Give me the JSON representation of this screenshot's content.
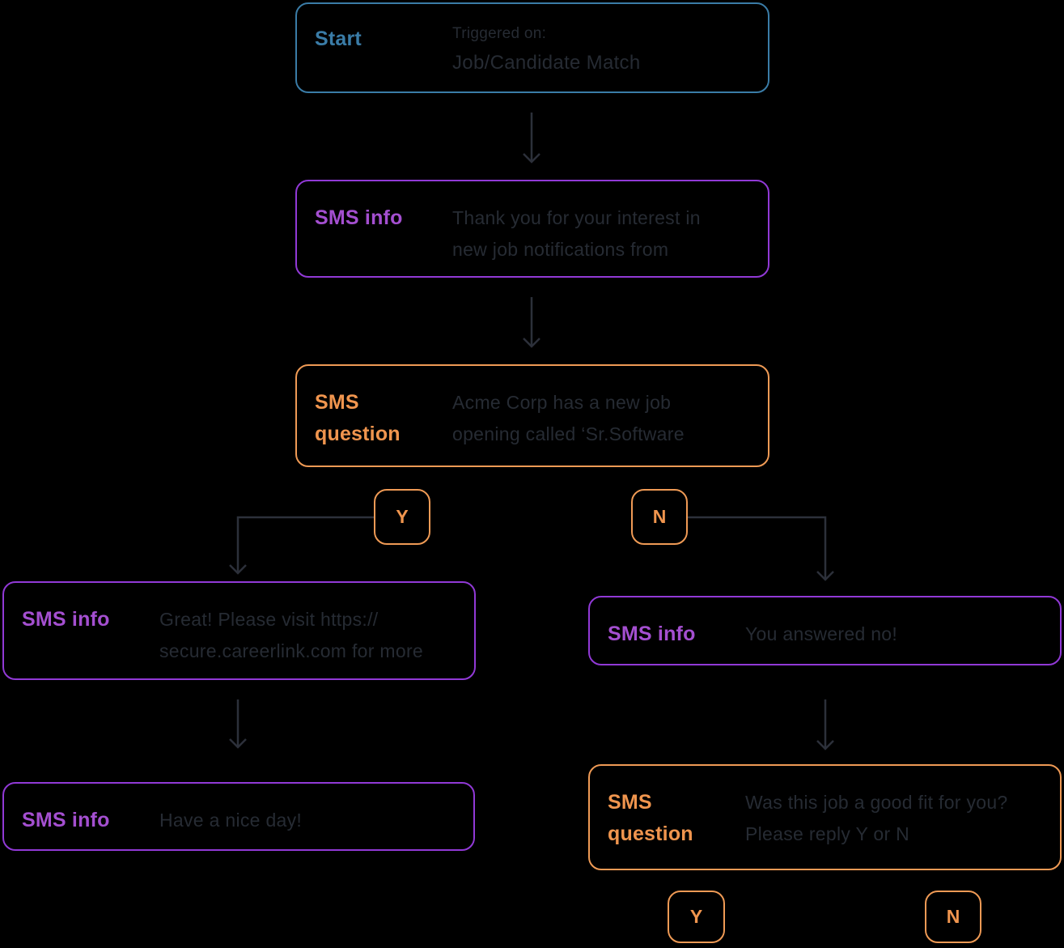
{
  "colors": {
    "background": "#000000",
    "start_accent": "#3a7ca7",
    "info_accent": "#9139d6",
    "info_label": "#a44fd0",
    "question_accent": "#ef9a55",
    "question_label": "#f0954e",
    "body_text": "#262b33",
    "connector": "#2c303a"
  },
  "nodes": {
    "start": {
      "label": "Start",
      "trigger_label": "Triggered on:",
      "trigger_value": "Job/Candidate Match"
    },
    "sms_info_1": {
      "label": "SMS info",
      "lines": [
        "Thank you for your interest in",
        "new job notifications from"
      ]
    },
    "sms_question_1": {
      "label": "SMS question",
      "lines": [
        "Acme Corp has a new job",
        "opening called ‘Sr.Software"
      ]
    },
    "branch_yes_1": {
      "label": "Y"
    },
    "branch_no_1": {
      "label": "N"
    },
    "sms_info_yes": {
      "label": "SMS info",
      "lines": [
        "Great! Please visit https://",
        "secure.careerlink.com for more"
      ]
    },
    "sms_info_done": {
      "label": "SMS info",
      "lines": [
        "Have a nice day!"
      ]
    },
    "sms_info_no": {
      "label": "SMS info",
      "lines": [
        "You answered no!"
      ]
    },
    "sms_question_2": {
      "label": "SMS question",
      "lines": [
        "Was this job a good fit for you?",
        "Please reply Y or N"
      ]
    },
    "branch_yes_2": {
      "label": "Y"
    },
    "branch_no_2": {
      "label": "N"
    }
  }
}
